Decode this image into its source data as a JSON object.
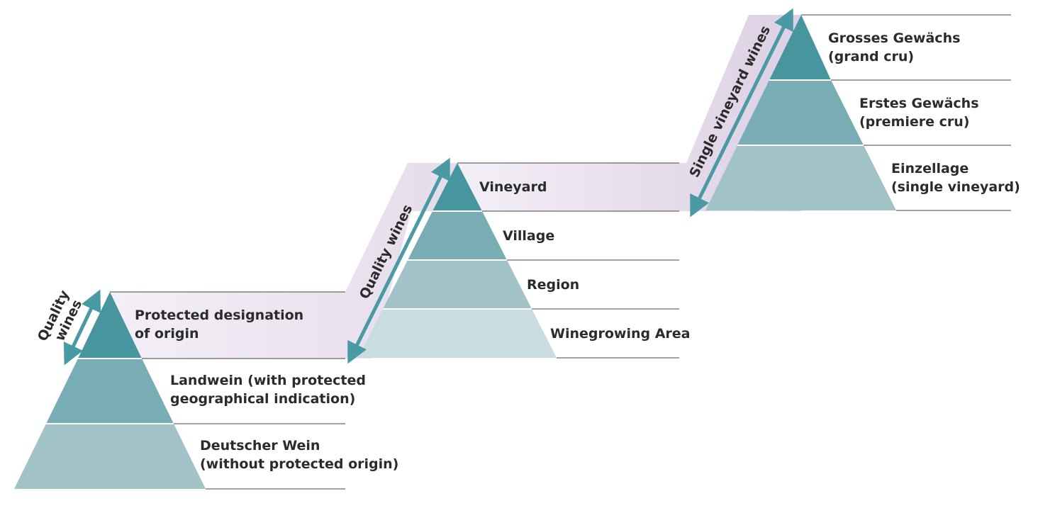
{
  "colors": {
    "tier_top": "#46959f",
    "tier_mid": "#78adb5",
    "tier_low": "#a1c3c8",
    "tier_base": "#c9dce0",
    "band_light": "#f4eff6",
    "band_dark": "#dcd0e4",
    "arrow": "#4a9aa4",
    "rule": "#444444"
  },
  "pyramids": [
    {
      "id": "germany",
      "tiers": [
        {
          "label_lines": [
            "Protected designation",
            "of origin"
          ]
        },
        {
          "label_lines": [
            "Landwein (with protected",
            "geographical indication)"
          ]
        },
        {
          "label_lines": [
            "Deutscher Wein",
            "(without protected origin)"
          ]
        }
      ],
      "bracket_lines": [
        "Quality",
        "wines"
      ]
    },
    {
      "id": "origin",
      "tiers": [
        {
          "label_lines": [
            "Vineyard"
          ]
        },
        {
          "label_lines": [
            "Village"
          ]
        },
        {
          "label_lines": [
            "Region"
          ]
        },
        {
          "label_lines": [
            "Winegrowing Area"
          ]
        }
      ],
      "bracket_lines": [
        "Quality wines"
      ]
    },
    {
      "id": "vdp",
      "tiers": [
        {
          "label_lines": [
            "Grosses Gewächs",
            "(grand cru)"
          ]
        },
        {
          "label_lines": [
            "Erstes Gewächs",
            "(premiere cru)"
          ]
        },
        {
          "label_lines": [
            "Einzellage",
            "(single vineyard)"
          ]
        }
      ],
      "bracket_lines": [
        "Single vineyard wines"
      ]
    }
  ]
}
